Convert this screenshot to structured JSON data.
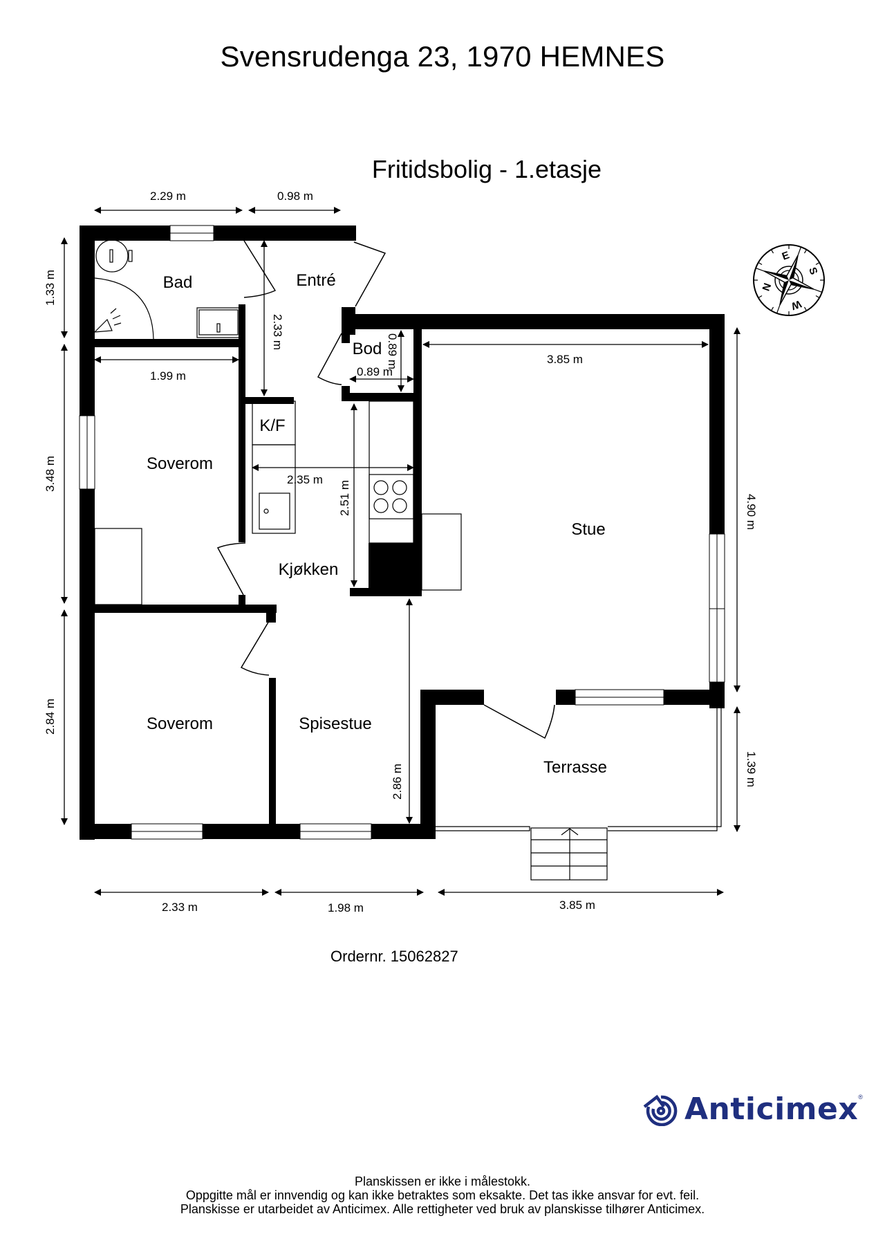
{
  "header": {
    "address": "Svensrudenga 23, 1970 HEMNES",
    "floor_title": "Fritidsbolig  - 1.etasje"
  },
  "rooms": {
    "bad": "Bad",
    "entre": "Entré",
    "bod": "Bod",
    "soverom_1": "Soverom",
    "kf": "K/F",
    "kjokken": "Kjøkken",
    "stue": "Stue",
    "soverom_2": "Soverom",
    "spisestue": "Spisestue",
    "terrasse": "Terrasse"
  },
  "dimensions": {
    "top_bad_width": "2.29 m",
    "top_entre_width": "0.98 m",
    "left_bad_height": "1.33 m",
    "left_soverom_height": "3.48 m",
    "left_soverom2_height": "2.84 m",
    "entre_height": "2.33 m",
    "bod_height": "0.89 m",
    "bod_width": "0.89 m",
    "soverom_width": "1.99 m",
    "kjokken_width": "2.35 m",
    "kjokken_height": "2.51 m",
    "stue_width": "3.85 m",
    "right_stue_height": "4.90 m",
    "right_terrasse_height": "1.39 m",
    "spisestue_height": "2.86 m",
    "bottom_soverom_width": "2.33 m",
    "bottom_spisestue_width": "1.98 m",
    "bottom_terrasse_width": "3.85 m"
  },
  "compass": {
    "labels": [
      "N",
      "E",
      "S",
      "W"
    ]
  },
  "order": {
    "label": "Ordernr. 15062827"
  },
  "brand": {
    "name": "Anticimex",
    "registered": "®",
    "color": "#1f2f7f"
  },
  "disclaimer": {
    "line1": "Planskissen er ikke i målestokk.",
    "line2": "Oppgitte mål er innvendig og kan ikke betraktes som eksakte. Det tas ikke ansvar for evt. feil.",
    "line3": "Planskisse er utarbeidet av Anticimex. Alle rettigheter ved bruk av planskisse tilhører Anticimex."
  }
}
